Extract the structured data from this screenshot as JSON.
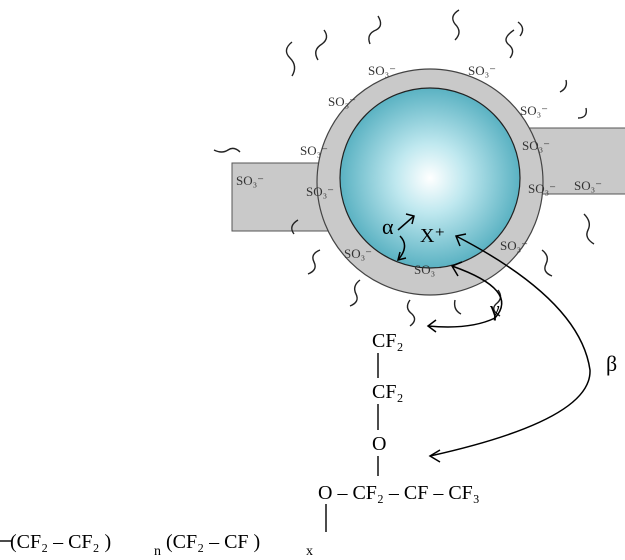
{
  "colors": {
    "shell": "#c8c8c8",
    "shell_stroke": "#444444",
    "core_outer": "#5fb7c8",
    "core_inner": "#ffffff",
    "channel": "#c9c9c9",
    "ink": "#000000"
  },
  "cluster": {
    "sulfonate_label": "SO₃⁻",
    "cation_label": "X⁺"
  },
  "arrows": {
    "alpha": "α",
    "beta": "β",
    "gamma": "γ"
  },
  "side_chain": {
    "cf2_a": "CF₂",
    "cf2_b": "CF₂",
    "ether_o": "O",
    "lower_row": "O – CF₂ – CF – CF₃"
  },
  "backbone": {
    "text": "(CF₂ – CF₂ )",
    "sub_n": "n",
    "text2": "(CF₂ – CF )",
    "sub_x": "x"
  }
}
